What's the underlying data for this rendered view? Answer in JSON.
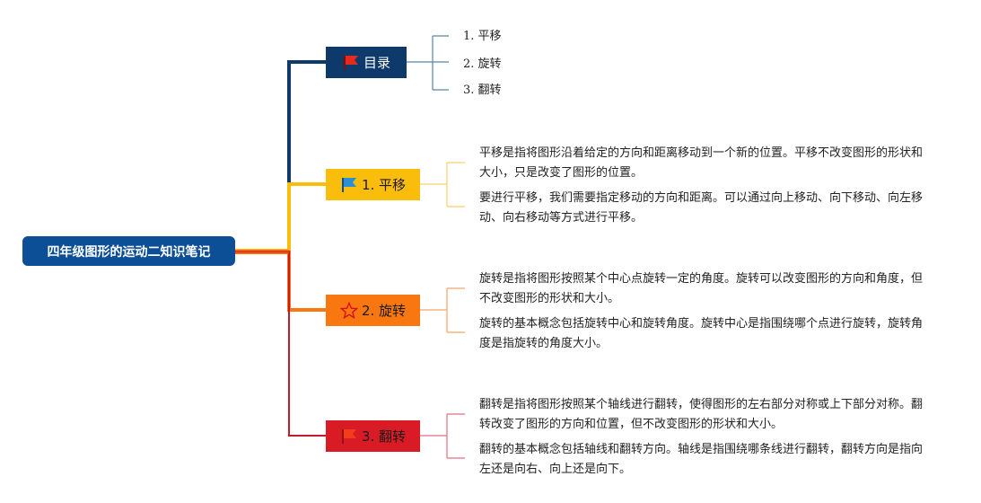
{
  "root": {
    "title": "四年级图形的运动二知识笔记",
    "color": "#0d4f96"
  },
  "branches": {
    "toc": {
      "label": "目录",
      "color": "#0d3a6b",
      "icon": "red-flag-icon",
      "items": [
        "1. 平移",
        "2. 旋转",
        "3. 翻转"
      ]
    },
    "translation": {
      "label": "1. 平移",
      "color": "#fbbd0c",
      "icon": "blue-flag-icon",
      "notes": [
        "平移是指将图形沿着给定的方向和距离移动到一个新的位置。平移不改变图形的形状和大小，只是改变了图形的位置。",
        "要进行平移，我们需要指定移动的方向和距离。可以通过向上移动、向下移动、向左移动、向右移动等方式进行平移。"
      ]
    },
    "rotation": {
      "label": "2. 旋转",
      "color": "#f97710",
      "icon": "star-icon",
      "notes": [
        "旋转是指将图形按照某个中心点旋转一定的角度。旋转可以改变图形的方向和角度，但不改变图形的形状和大小。",
        "旋转的基本概念包括旋转中心和旋转角度。旋转中心是指围绕哪个点进行旋转，旋转角度是指旋转的角度大小。"
      ]
    },
    "flip": {
      "label": "3. 翻转",
      "color": "#d91b26",
      "icon": "red-flag-icon",
      "notes": [
        "翻转是指将图形按照某个轴线进行翻转，使得图形的左右部分对称或上下部分对称。翻转改变了图形的方向和位置，但不改变图形的形状和大小。",
        "翻转的基本概念包括轴线和翻转方向。轴线是指围绕哪条线进行翻转，翻转方向是指向左还是向右、向上还是向下。"
      ]
    }
  }
}
